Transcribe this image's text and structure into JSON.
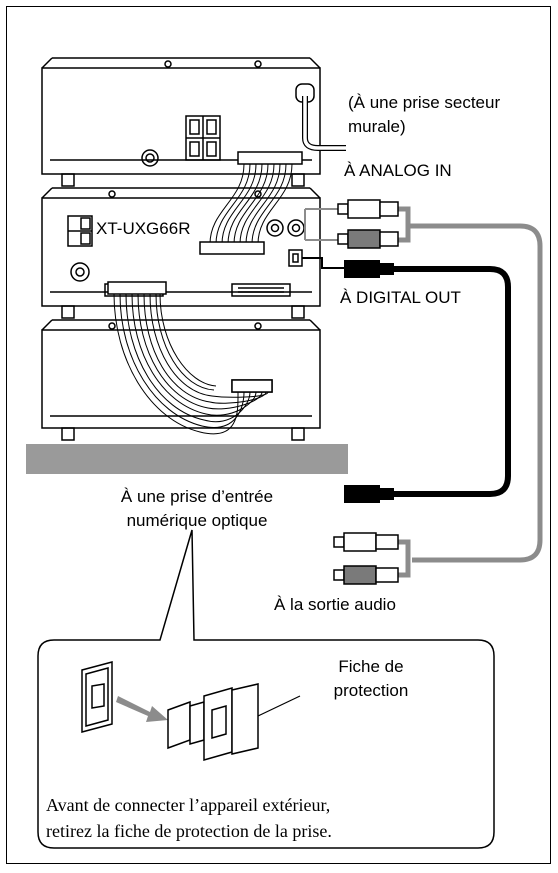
{
  "labels": {
    "power": "(À une prise secteur murale)",
    "power_line1": "(À une prise secteur",
    "power_line2": "murale)",
    "analog_in": "À ANALOG IN",
    "model": "XT-UXG66R",
    "digital_out": "À DIGITAL OUT",
    "optical_input_line1": "À une prise d’entrée",
    "optical_input_line2": "numérique optique",
    "audio_out": "À la sortie audio",
    "cap_line1": "Fiche de",
    "cap_line2": "protection",
    "note_line1": "Avant de connecter l’appareil extérieur,",
    "note_line2": "retirez la fiche de protection de la prise."
  },
  "colors": {
    "line": "#000000",
    "gray_cable": "#8c8c8c",
    "shelf": "#9a9a9a",
    "dark_plug": "#7a7a7a"
  }
}
